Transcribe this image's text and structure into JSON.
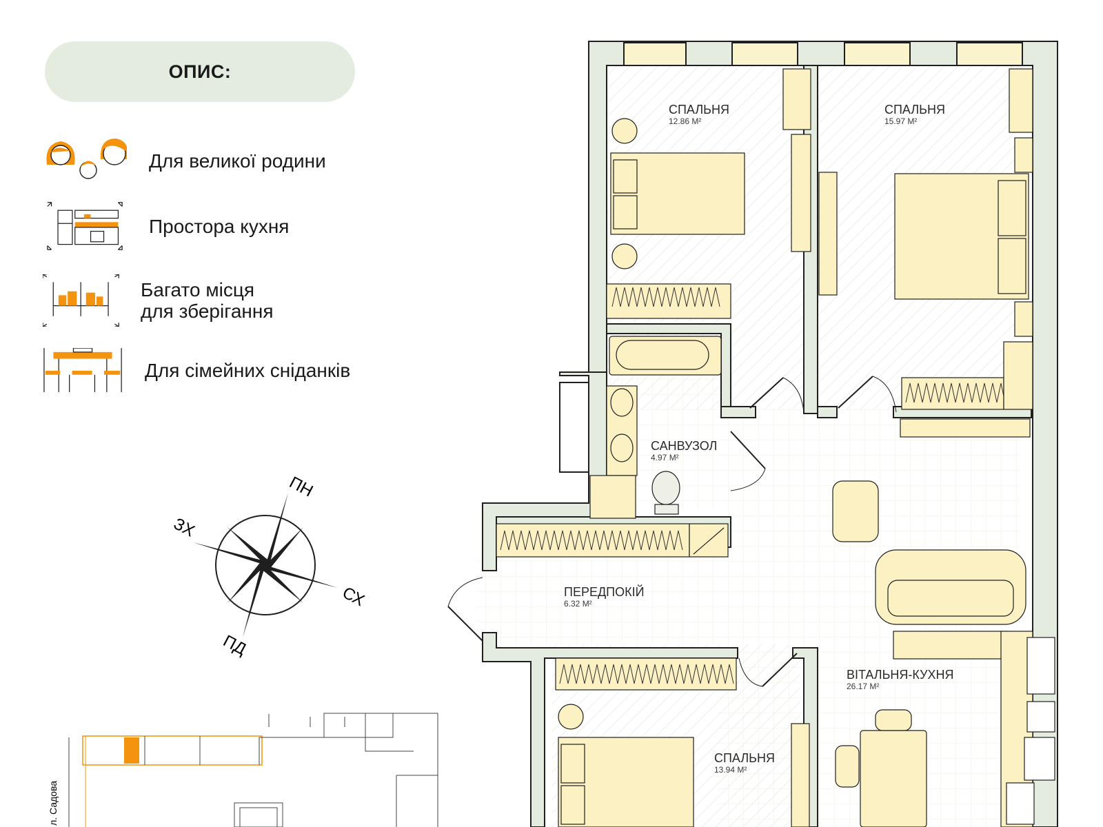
{
  "description": {
    "title": "ОПИС:",
    "features": [
      {
        "icon": "family-icon",
        "label": "Для великої родини"
      },
      {
        "icon": "kitchen-icon",
        "label": "Простора кухня"
      },
      {
        "icon": "storage-icon",
        "label_line1": "Багато місця",
        "label_line2": "для зберігання"
      },
      {
        "icon": "dining-table-icon",
        "label": "Для сімейних сніданків"
      }
    ]
  },
  "compass": {
    "north": "ПН",
    "east": "СХ",
    "south": "ПД",
    "west": "ЗХ"
  },
  "siteplan": {
    "street": "л. Садова"
  },
  "rooms": [
    {
      "name": "СПАЛЬНЯ",
      "area": "12.86 М²"
    },
    {
      "name": "СПАЛЬНЯ",
      "area": "15.97 М²"
    },
    {
      "name": "САНВУЗОЛ",
      "area": "4.97 М²"
    },
    {
      "name": "ПЕРЕДПОКІЙ",
      "area": "6.32 М²"
    },
    {
      "name": "ВІТАЛЬНЯ-КУХНЯ",
      "area": "26.17 М²"
    },
    {
      "name": "СПАЛЬНЯ",
      "area": "13.94 М²"
    }
  ],
  "colors": {
    "wall": "#e4ebdf",
    "wall_outline": "#1f1f1f",
    "furniture": "#fcf1c2",
    "accent": "#f4940e",
    "pill": "#e4ebdf"
  }
}
